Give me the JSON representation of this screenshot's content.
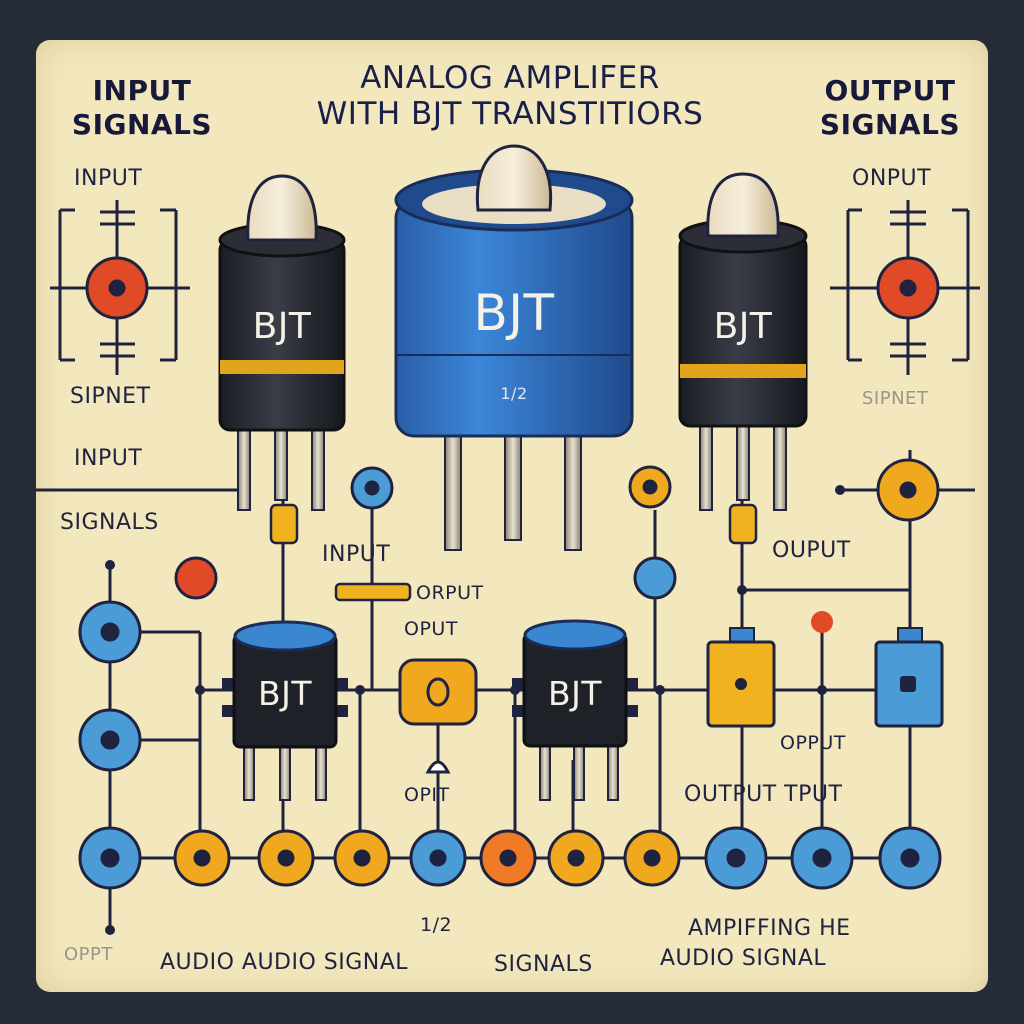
{
  "title": {
    "line1": "ANALOG AMPLIFER",
    "line2": "WITH BJT TRANSTITIORS"
  },
  "left_header": {
    "line1": "INPUT",
    "line2": "SIGNALS"
  },
  "right_header": {
    "line1": "OUTPUT",
    "line2": "SIGNALS"
  },
  "labels": {
    "left_input_top": "INPUT",
    "right_input_top": "ONPUT",
    "left_sipnet": "SIPNET",
    "right_sipnet": "SIPNET",
    "left_input_mid": "INPUT",
    "left_signals": "SIGNALS",
    "center_input": "INPUT",
    "center_orput": "ORPUT",
    "center_oput": "OPUT",
    "right_ouput": "OUPUT",
    "opput": "OPPUT",
    "opit": "OPIT",
    "output_tput": "OUTPUT TPUT",
    "oppt_corner": "OPPT",
    "num_12": "1/2",
    "bottom_audio": "AUDIO AUDIO SIGNAL",
    "bottom_signals": "SIGNALS",
    "bottom_amp1": "AMPIFFING HE",
    "bottom_amp2": "AUDIO SIGNAL"
  },
  "components": {
    "bjt_large_left": "BJT",
    "bjt_large_center": "BJT",
    "bjt_large_center_marking": "1/2",
    "bjt_large_right": "BJT",
    "bjt_ic_left": "BJT",
    "bjt_ic_center": "BJT"
  },
  "colors": {
    "background": "#262b38",
    "panel": "#f2e7bd",
    "ink": "#1f2340",
    "blue_node": "#4a9bd6",
    "orange_node": "#f0a81e",
    "red_node": "#e04a26",
    "cap_blue": "#2f6fbf"
  }
}
